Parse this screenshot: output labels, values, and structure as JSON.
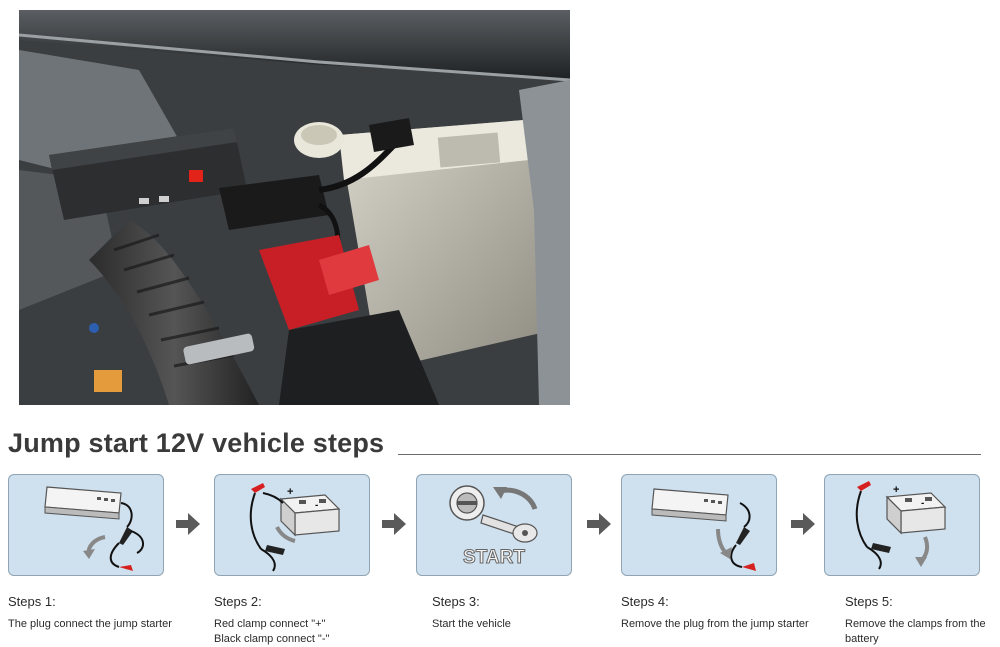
{
  "heading": "Jump start 12V vehicle steps",
  "photo": {
    "subject": "jump-starter-connected-to-car-battery"
  },
  "steps": [
    {
      "title": "Steps 1:",
      "desc": "The plug connect the jump starter"
    },
    {
      "title": "Steps 2:",
      "desc_line1": "Red clamp connect \"+\"",
      "desc_line2": "Black clamp connect \"-\""
    },
    {
      "title": "Steps 3:",
      "desc": "Start the vehicle",
      "panel_text": "START"
    },
    {
      "title": "Steps 4:",
      "desc": "Remove the plug from the jump starter"
    },
    {
      "title": "Steps 5:",
      "desc_line1": "Remove the clamps from the",
      "desc_line2": "battery"
    }
  ],
  "battery_sign_plus": "+",
  "battery_sign_minus": "-",
  "colors": {
    "panel_bg": "#cfe0ee",
    "panel_border": "#8fa5b5",
    "arrow": "#5a5a5a",
    "clamp_red": "#d62020",
    "clamp_black": "#1a1a1a"
  },
  "icons": [
    "right-arrow-icon",
    "jump-starter-icon",
    "battery-icon",
    "ignition-key-icon"
  ]
}
